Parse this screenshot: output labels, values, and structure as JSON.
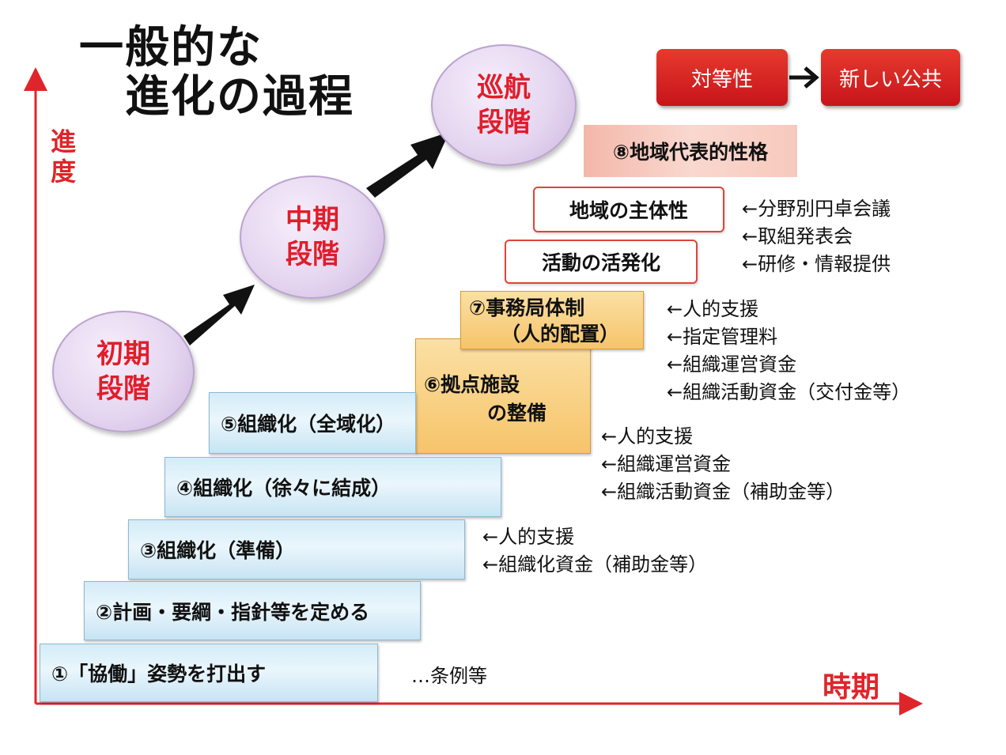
{
  "title": {
    "line1": "一般的な",
    "line2": "進化の過程"
  },
  "axes": {
    "y_label": "進度",
    "x_label": "時期",
    "color": "#e0252a"
  },
  "stages": {
    "initial": "初期段階",
    "middle": "中期段階",
    "cruise": "巡航段階"
  },
  "top_right": {
    "left": "対等性",
    "arrow": "→",
    "right": "新しい公共"
  },
  "steps": {
    "s1": "①「協働」姿勢を打出す",
    "s2": "②計画・要綱・指針等を定める",
    "s3": "③組織化（準備）",
    "s4": "④組織化（徐々に結成）",
    "s5": "⑤組織化（全域化）",
    "s6_line1": "⑥拠点施設",
    "s6_line2": "の整備",
    "s7_line1": "⑦事務局体制",
    "s7_line2": "（人的配置）",
    "activity": "活動の活発化",
    "subjectivity": "地域の主体性",
    "s8": "⑧地域代表的性格"
  },
  "notes": {
    "n1": "…条例等",
    "n3": [
      "←人的支援",
      "←組織化資金（補助金等）"
    ],
    "n6": [
      "←人的支援",
      "←組織運営資金",
      "←組織活動資金（補助金等）"
    ],
    "n7": [
      "←人的支援",
      "←指定管理料",
      "←組織運営資金",
      "←組織活動資金（交付金等）"
    ],
    "n8": [
      "←分野別円卓会議",
      "←取組発表会",
      "←研修・情報提供"
    ]
  }
}
